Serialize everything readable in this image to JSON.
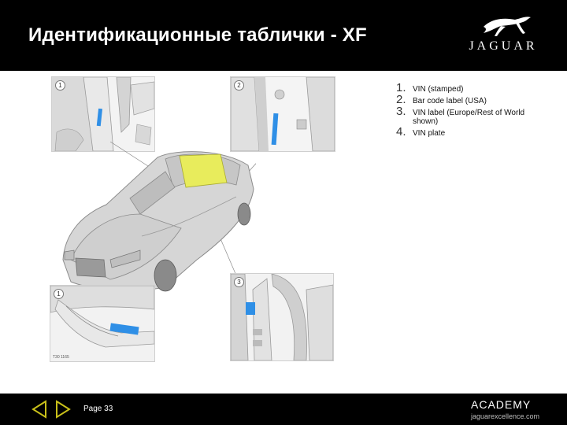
{
  "slide": {
    "title": "Идентификационные таблички - XF"
  },
  "brand": {
    "name": "JAGUAR",
    "logo_icon": "leaping-jaguar-icon"
  },
  "legend": [
    {
      "num": "1.",
      "text": "VIN (stamped)"
    },
    {
      "num": "2.",
      "text": "Bar code label (USA)"
    },
    {
      "num": "3.",
      "text": "VIN label (Europe/Rest of World shown)"
    },
    {
      "num": "4.",
      "text": "VIN plate"
    }
  ],
  "callouts": {
    "top_left": "1",
    "top_right": "2",
    "bottom_left": "1",
    "bottom_right": "3"
  },
  "figure_code": "T30 1165",
  "colors": {
    "header_bg": "#000000",
    "label_blue": "#2f8fe6",
    "highlight_yellow": "#e8ec5c"
  },
  "footer": {
    "page": "Page 33",
    "academy": "ACADEMY",
    "site": "jaguarexcellence.com",
    "prev_icon": "prev-triangle-icon",
    "next_icon": "next-triangle-icon"
  }
}
